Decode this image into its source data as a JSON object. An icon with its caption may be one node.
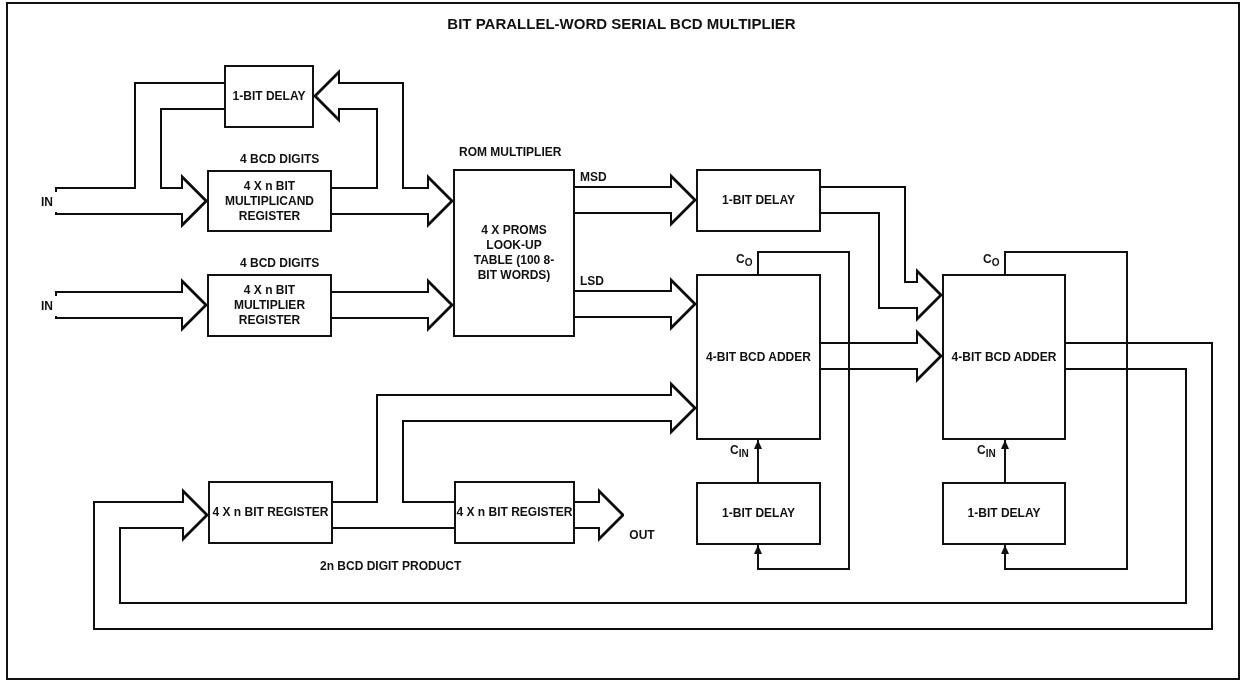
{
  "diagram": {
    "title": "BIT PARALLEL-WORD SERIAL BCD MULTIPLIER",
    "nodes": [
      {
        "text": [
          "1-BIT DELAY"
        ]
      },
      {
        "text": [
          "IN"
        ]
      },
      {
        "text": [
          "4 X n BIT MULTIPLICAND REGISTER"
        ],
        "beside": [
          "4 BCD DIGITS"
        ]
      },
      {
        "text": [
          "IN"
        ]
      },
      {
        "text": [
          "4 X n BIT MULTIPLIER REGISTER"
        ],
        "beside": [
          "4 BCD DIGITS"
        ]
      },
      {
        "text": [
          "4 X PROMS LOOK-UP TABLE (100 8-BIT WORDS)"
        ],
        "beside": [
          "ROM MULTIPLIER"
        ]
      },
      {
        "text": [
          "1-BIT DELAY"
        ]
      },
      {
        "text": [
          "4-BIT BCD ADDER"
        ]
      },
      {
        "text": [
          "1-BIT DELAY"
        ]
      },
      {
        "text": [
          "4-BIT BCD ADDER"
        ]
      },
      {
        "text": [
          "1-BIT DELAY"
        ]
      },
      {
        "text": [
          "4 X n BIT REGISTER"
        ]
      },
      {
        "text": [
          "4 X n BIT REGISTER"
        ]
      },
      {
        "text": [
          "OUT"
        ]
      }
    ],
    "edges": [
      {
        "from": 1,
        "to": 2,
        "arrow": "to"
      },
      {
        "from": 0,
        "to": 2,
        "arrow": "to"
      },
      {
        "from": 2,
        "to": 0,
        "arrow": "to"
      },
      {
        "from": 2,
        "to": 5,
        "arrow": "to"
      },
      {
        "from": 3,
        "to": 4,
        "arrow": "to"
      },
      {
        "from": 4,
        "to": 5,
        "arrow": "to"
      },
      {
        "from": 5,
        "to": 6,
        "arrow": "to",
        "label": "MSD"
      },
      {
        "from": 5,
        "to": 7,
        "arrow": "to",
        "label": "LSD"
      },
      {
        "from": 6,
        "to": 9,
        "arrow": "to"
      },
      {
        "from": 7,
        "to": 9,
        "arrow": "to"
      },
      {
        "from": 7,
        "to": 8,
        "arrow": "to"
      },
      {
        "from": 8,
        "to": 7,
        "arrow": "to"
      },
      {
        "from": 9,
        "to": 10,
        "arrow": "to"
      },
      {
        "from": 10,
        "to": 9,
        "arrow": "to"
      },
      {
        "from": 9,
        "to": 11,
        "arrow": "to"
      },
      {
        "from": 11,
        "to": 7,
        "arrow": "to"
      },
      {
        "from": 11,
        "to": 12,
        "arrow": "none"
      },
      {
        "from": 12,
        "to": 13,
        "arrow": "to"
      }
    ],
    "labels": [
      "C$_{O}$",
      "C$_{O}$",
      "C$_{IN}$",
      "C$_{IN}$",
      "2n BCD DIGIT PRODUCT"
    ]
  }
}
